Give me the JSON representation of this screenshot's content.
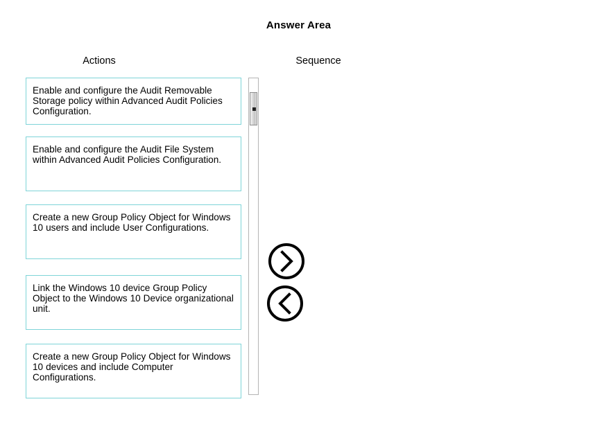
{
  "page": {
    "title": "Answer Area"
  },
  "columns": {
    "actions_label": "Actions",
    "sequence_label": "Sequence"
  },
  "actions": {
    "items": [
      {
        "text": "Enable and configure the Audit Removable Storage policy within Advanced Audit Policies Configuration."
      },
      {
        "text": "Enable and configure the Audit File System within Advanced Audit Policies Configuration."
      },
      {
        "text": "Create a new Group Policy Object for Windows 10 users and include User Configurations."
      },
      {
        "text": "Link the Windows 10 device Group Policy Object to the Windows 10 Device organizational unit."
      },
      {
        "text": "Create a new Group Policy Object for Windows 10 devices and include Computer Configurations."
      }
    ]
  },
  "sequence": {
    "items": []
  },
  "controls": {
    "move_right_icon": "chevron-right-circle-icon",
    "move_left_icon": "chevron-left-circle-icon",
    "scrollbar_icon": "vertical-scrollbar"
  },
  "colors": {
    "box_border": "#7ed4d8",
    "box_fill": "#ffffff",
    "text": "#000000",
    "scrollbar_border": "#b4b4b4",
    "background": "#ffffff"
  }
}
